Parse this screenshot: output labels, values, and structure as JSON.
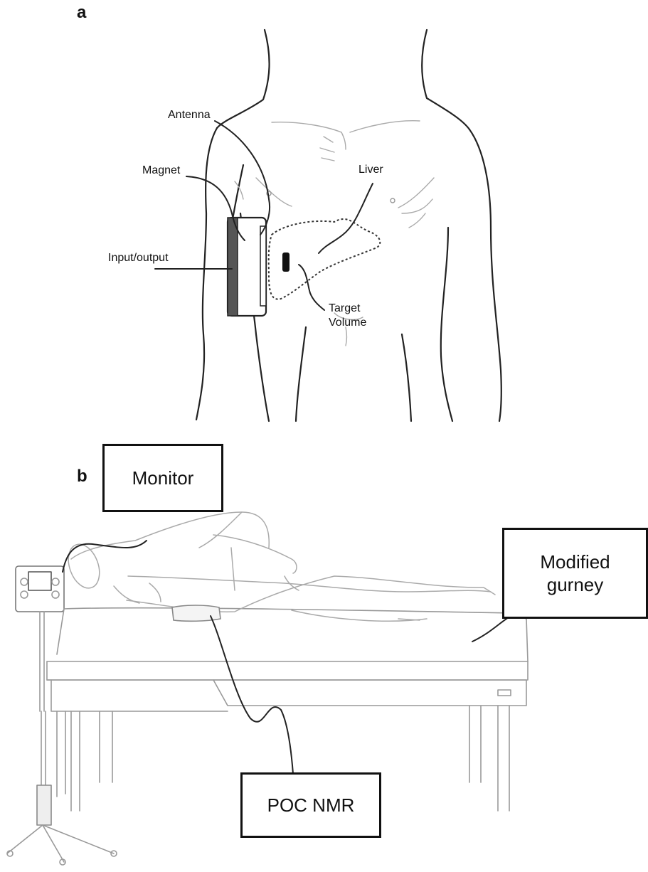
{
  "panel_a": {
    "letter": "a",
    "labels": {
      "antenna": "Antenna",
      "magnet": "Magnet",
      "liver": "Liver",
      "input_output": "Input/output",
      "target_volume_line1": "Target",
      "target_volume_line2": "Volume"
    }
  },
  "panel_b": {
    "letter": "b",
    "labels": {
      "monitor": "Monitor",
      "modified_gurney_line1": "Modified",
      "modified_gurney_line2": "gurney",
      "poc_nmr": "POC NMR"
    }
  },
  "colors": {
    "line": "#222222",
    "thin_line": "#9a9a9a",
    "magnet_dark": "#555555"
  }
}
